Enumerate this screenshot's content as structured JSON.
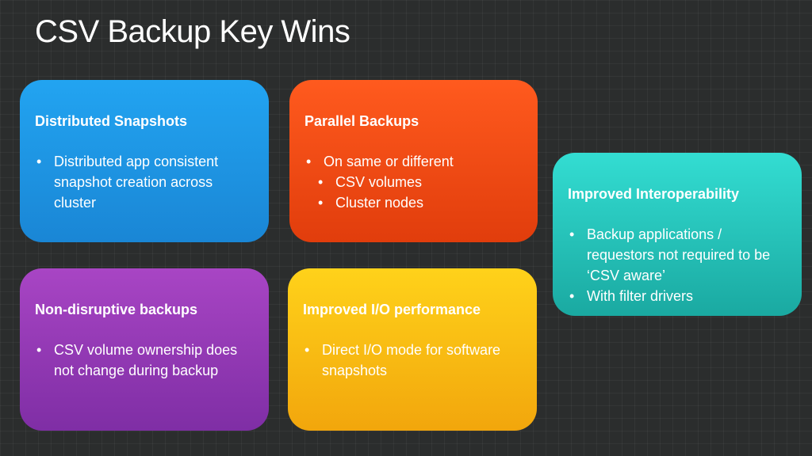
{
  "slide": {
    "title": "CSV Backup Key Wins"
  },
  "cards": {
    "distributed": {
      "heading": "Distributed Snapshots",
      "bullets": [
        "Distributed app consistent snapshot creation across cluster"
      ]
    },
    "parallel": {
      "heading": "Parallel Backups",
      "bullets": [
        "On same or different"
      ],
      "sub_bullets": [
        "CSV volumes",
        "Cluster nodes"
      ]
    },
    "interop": {
      "heading": "Improved Interoperability",
      "bullets": [
        "Backup applications / requestors not required to be ‘CSV aware’",
        "With filter drivers"
      ]
    },
    "nondisruptive": {
      "heading": "Non-disruptive backups",
      "bullets": [
        "CSV volume ownership does not change during backup"
      ]
    },
    "io": {
      "heading": "Improved I/O performance",
      "bullets": [
        "Direct I/O mode for software snapshots"
      ]
    }
  },
  "colors": {
    "background": "#2b2d2d",
    "blue": "#1e9ae6",
    "orange": "#f44a14",
    "teal": "#26c6bc",
    "purple": "#9438b6",
    "yellow": "#fbbd14"
  }
}
